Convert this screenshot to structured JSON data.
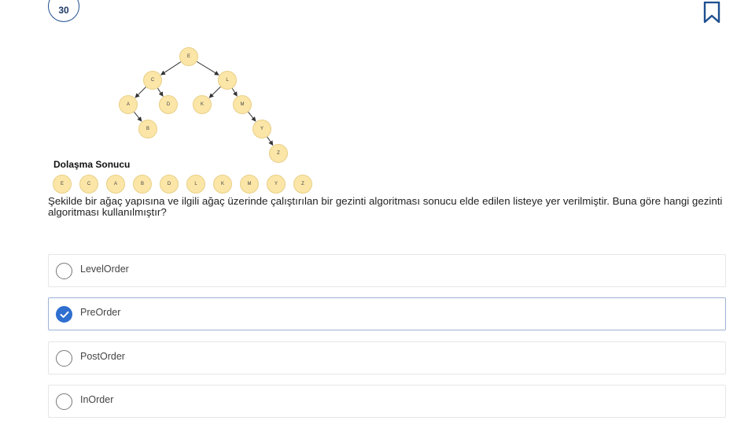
{
  "question": {
    "number": "30",
    "text": "Şekilde bir ağaç yapısına ve ilgili ağaç üzerinde çalıştırılan bir gezinti algoritması sonucu elde edilen listeye yer verilmiştir. Buna göre hangi gezinti algoritması kullanılmıştır?"
  },
  "tree": {
    "nodes": [
      "E",
      "C",
      "L",
      "A",
      "D",
      "K",
      "M",
      "B",
      "Y",
      "Z"
    ],
    "edges": [
      [
        "E",
        "C"
      ],
      [
        "E",
        "L"
      ],
      [
        "C",
        "A"
      ],
      [
        "C",
        "D"
      ],
      [
        "L",
        "K"
      ],
      [
        "L",
        "M"
      ],
      [
        "A",
        "B"
      ],
      [
        "M",
        "Y"
      ],
      [
        "Y",
        "Z"
      ]
    ]
  },
  "traversal": {
    "label": "Dolaşma Sonucu",
    "sequence": [
      "E",
      "C",
      "A",
      "B",
      "D",
      "L",
      "K",
      "M",
      "Y",
      "Z"
    ]
  },
  "options": [
    {
      "label": "LevelOrder",
      "selected": false
    },
    {
      "label": "PreOrder",
      "selected": true
    },
    {
      "label": "PostOrder",
      "selected": false
    },
    {
      "label": "InOrder",
      "selected": false
    }
  ],
  "colors": {
    "accent": "#1e4f8f",
    "node_fill": "#fbe6a8",
    "selected_radio": "#2f6fd0"
  }
}
